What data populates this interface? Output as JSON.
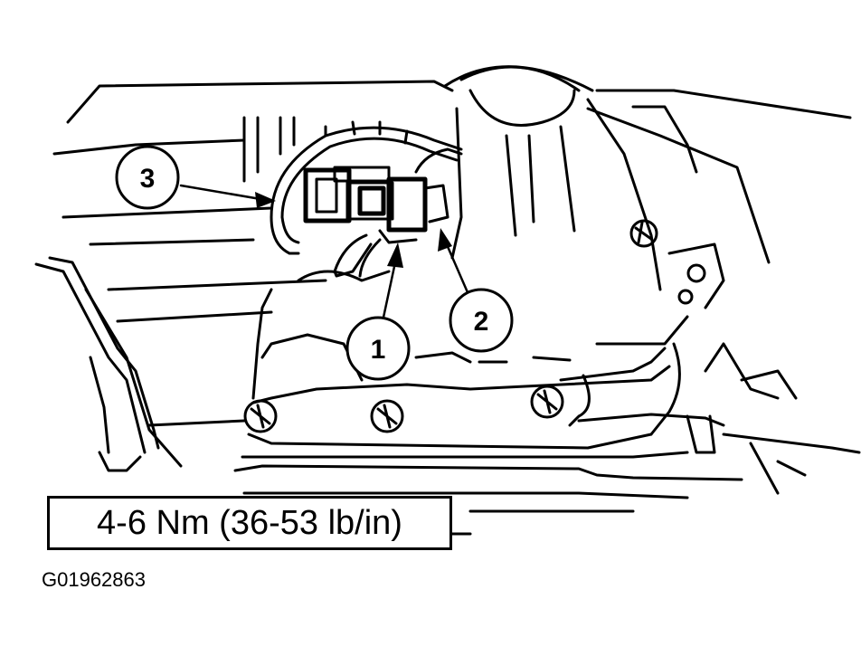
{
  "callouts": {
    "one": "1",
    "two": "2",
    "three": "3"
  },
  "torque_spec": "4-6 Nm (36-53 lb/in)",
  "figure_id": "G01962863"
}
